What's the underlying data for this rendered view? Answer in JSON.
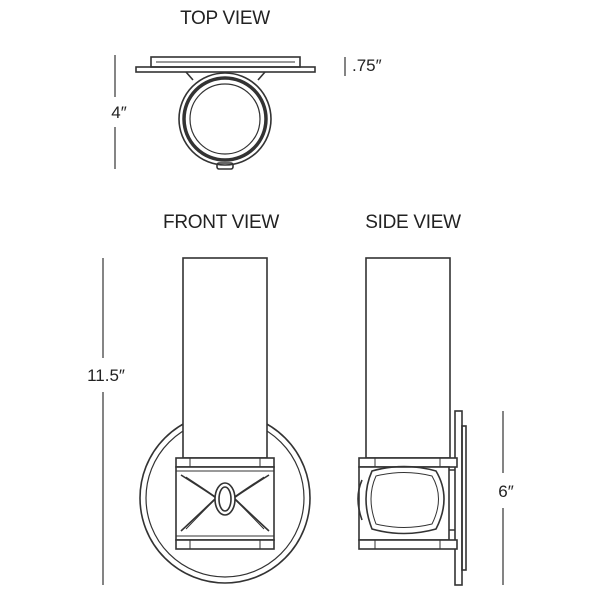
{
  "views": {
    "top": {
      "title": "TOP VIEW",
      "depth_label": "4″",
      "plate_label": ".75″"
    },
    "front": {
      "title": "FRONT VIEW",
      "height_label": "11.5″"
    },
    "side": {
      "title": "SIDE VIEW",
      "backplate_label": "6″"
    }
  },
  "colors": {
    "line": "#333333",
    "background": "#ffffff"
  }
}
